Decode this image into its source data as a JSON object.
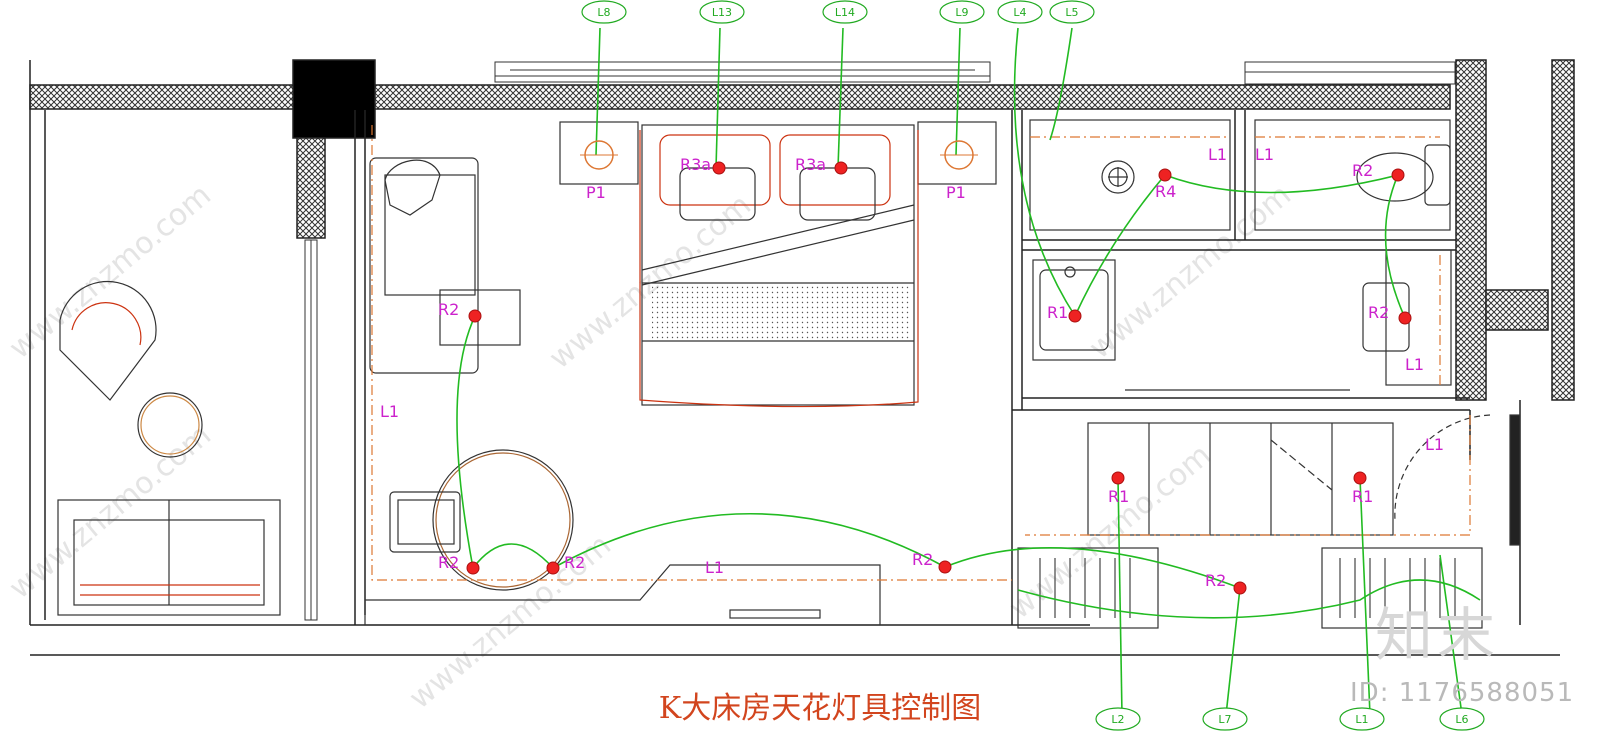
{
  "title": "K大床房天花灯具控制图",
  "image_id_label": "ID: 1176588051",
  "brand_mark": "知末",
  "watermark_text": "www.znzmo.com",
  "circuit_tags": [
    "L8",
    "L13",
    "L14",
    "L9",
    "L4",
    "L5",
    "L2",
    "L7",
    "L1",
    "L6"
  ],
  "fixture_labels": {
    "p1": "P1",
    "r1": "R1",
    "r2": "R2",
    "r3a": "R3a",
    "r4": "R4",
    "l1": "L1"
  },
  "colors": {
    "wall_hatch": "#444444",
    "circuit_line": "#22bb22",
    "fixture_dot": "#ee2222",
    "label_magenta": "#cc22cc",
    "furniture_red": "#cc3311",
    "title_orange": "#d2451e",
    "text_gray": "#b9b9b9",
    "tag_green": "#22aa22"
  },
  "icons": [
    "chair-icon",
    "bed-icon",
    "toilet-icon",
    "sink-icon",
    "shower-icon",
    "sofa-icon",
    "round-table-icon"
  ]
}
